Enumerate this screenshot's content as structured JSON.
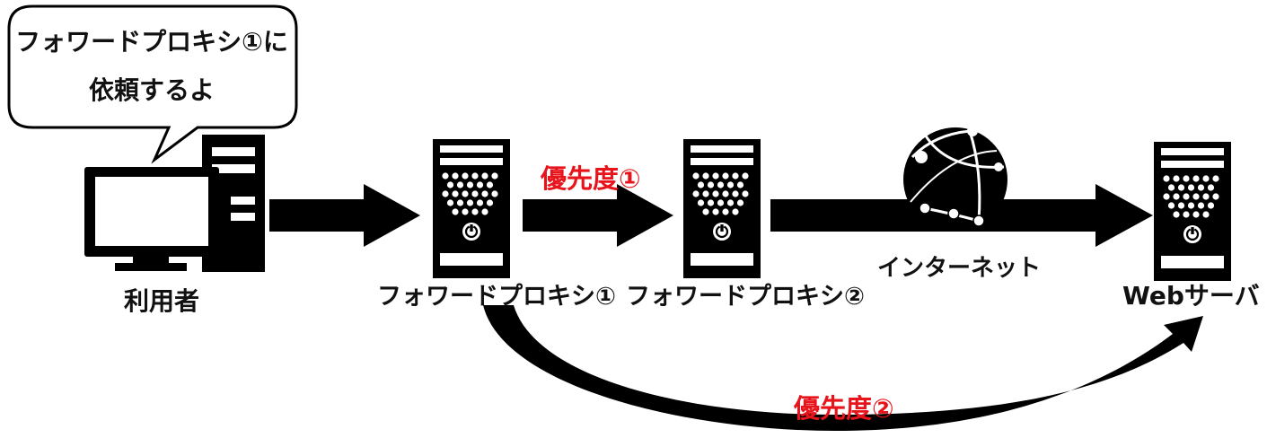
{
  "speech_bubble": {
    "line1": "フォワードプロキシ①に",
    "line2": "依頼するよ"
  },
  "nodes": {
    "user": "利用者",
    "proxy1": "フォワードプロキシ①",
    "proxy2": "フォワードプロキシ②",
    "internet": "インターネット",
    "webserver": "Webサーバ"
  },
  "priorities": {
    "first": "優先度①",
    "second": "優先度②"
  },
  "colors": {
    "priority_text": "#e8141b",
    "icon": "#000000",
    "background": "#ffffff"
  },
  "icons": [
    "desktop-computer-icon",
    "server-icon",
    "globe-network-icon"
  ]
}
